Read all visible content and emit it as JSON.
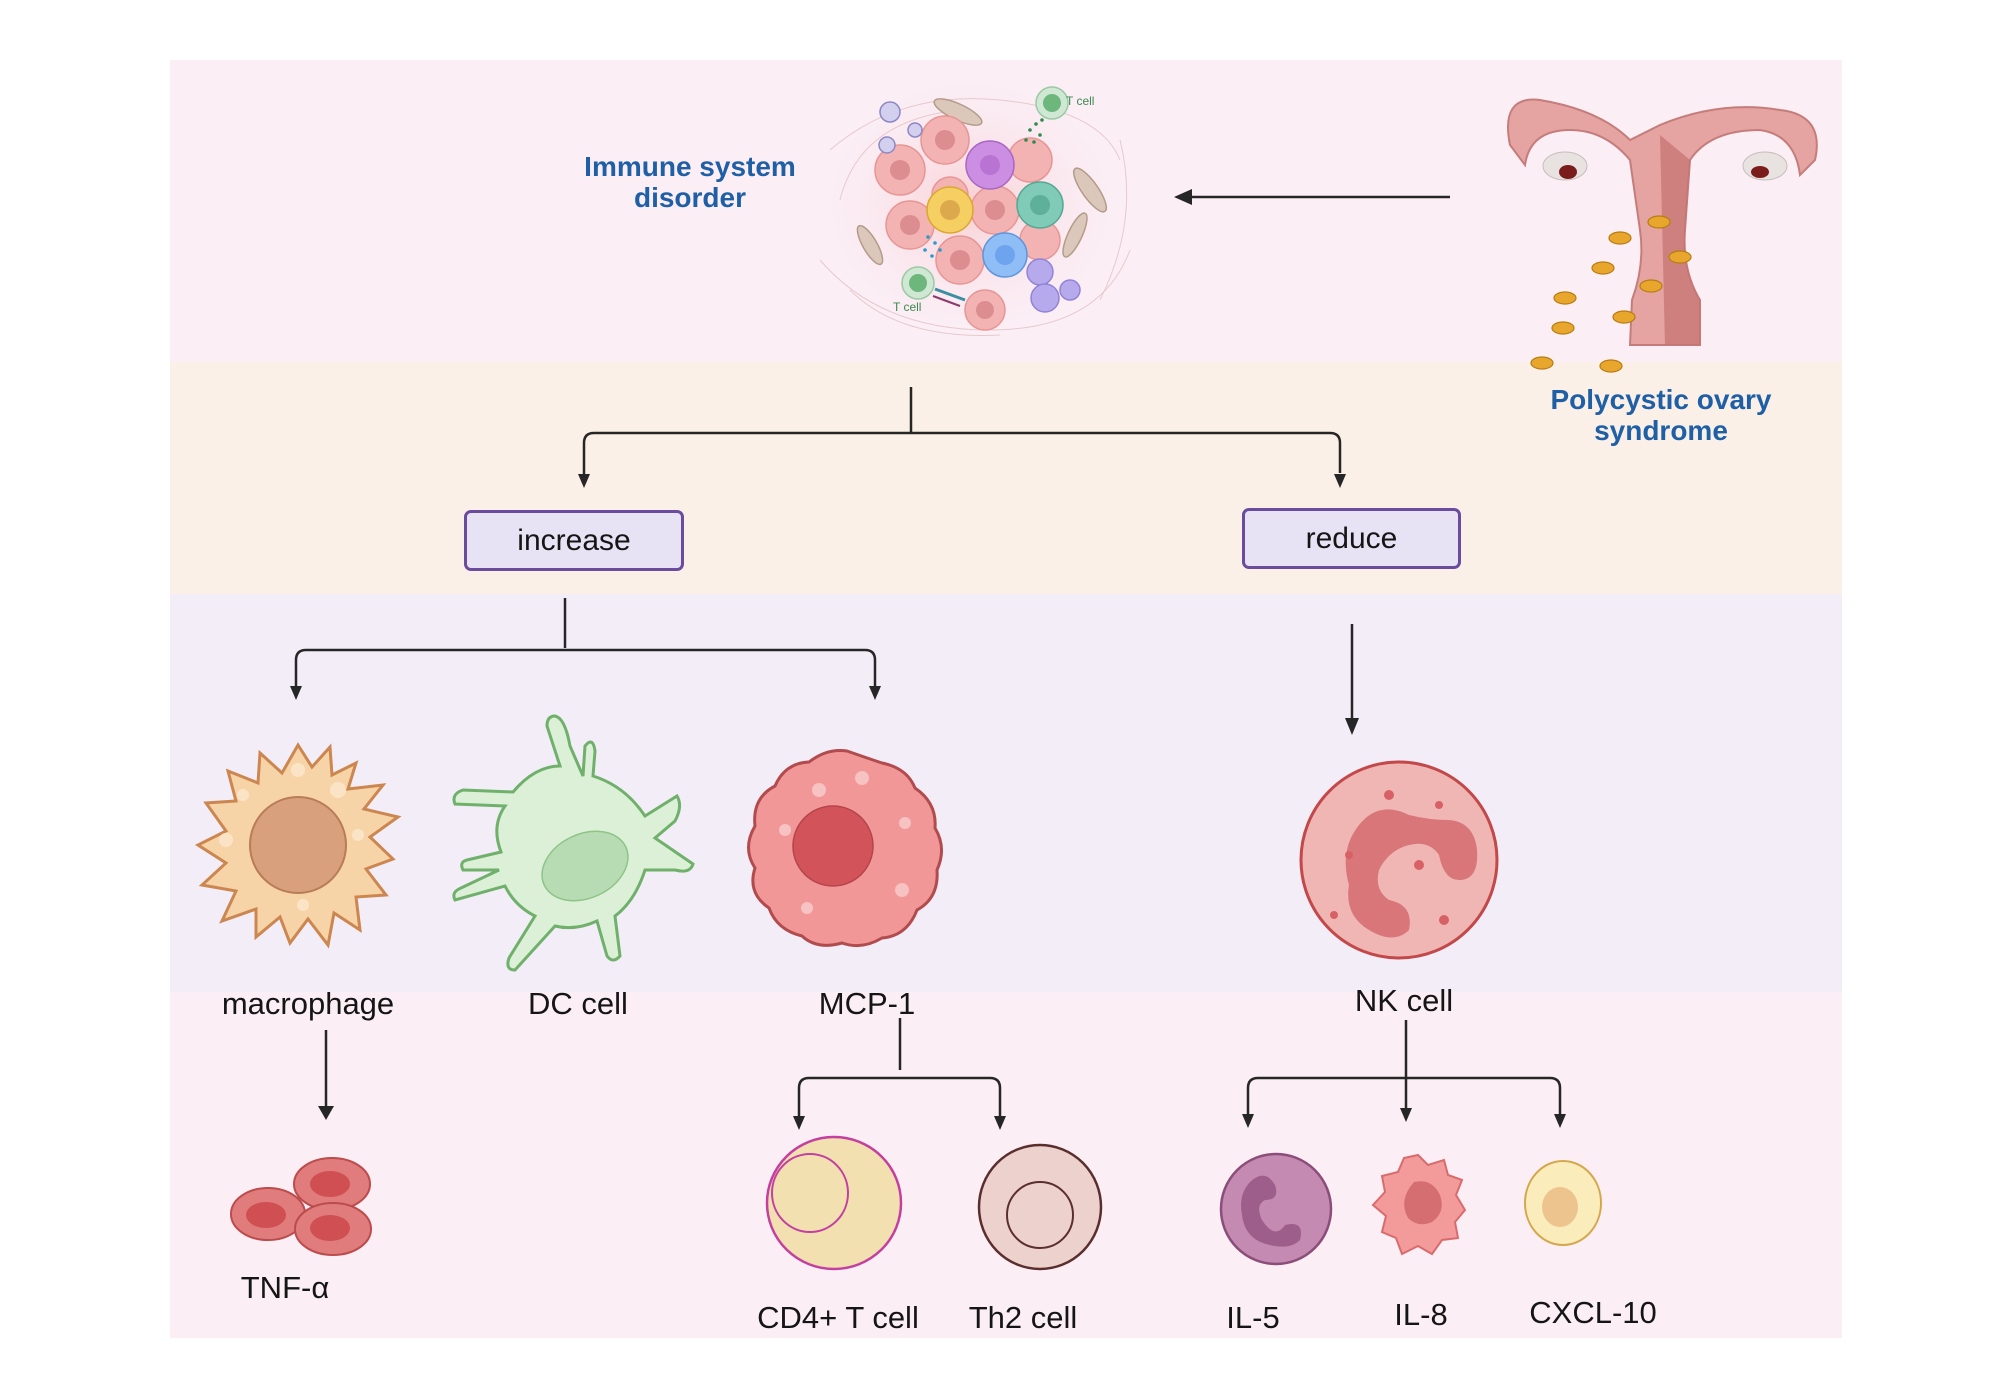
{
  "top_section": {
    "immune_title": "Immune system disorder",
    "immune_title_lines": [
      "Immune system",
      "disorder"
    ],
    "t_cell_label": "T cell",
    "pcos_title_lines": [
      "Polycystic ovary",
      "syndrome"
    ],
    "title_color": "#1f5fa6"
  },
  "branches": {
    "increase_label": "increase",
    "reduce_label": "reduce"
  },
  "increase_cells": [
    {
      "label": "macrophage",
      "icon": "macrophage-icon"
    },
    {
      "label": "DC cell",
      "icon": "dendritic-cell-icon"
    },
    {
      "label": "MCP-1",
      "icon": "mcp1-cell-icon"
    }
  ],
  "reduce_cells": [
    {
      "label": "NK cell",
      "icon": "nk-cell-icon"
    }
  ],
  "downstream": {
    "macrophage": [
      {
        "label": "TNF-α",
        "icon": "red-blood-cells-icon"
      }
    ],
    "mcp1": [
      {
        "label": "CD4+ T cell",
        "icon": "cd4-t-cell-icon"
      },
      {
        "label": "Th2 cell",
        "icon": "th2-cell-icon"
      }
    ],
    "nk": [
      {
        "label": "IL-5",
        "icon": "il5-cell-icon"
      },
      {
        "label": "IL-8",
        "icon": "il8-cell-icon"
      },
      {
        "label": "CXCL-10",
        "icon": "cxcl10-cell-icon"
      }
    ]
  },
  "colors": {
    "band_top": "#fbeef5",
    "band_branch": "#faf0e7",
    "band_cells": "#f3edf8",
    "band_bottom": "#fbeef4",
    "box_border": "#6a4b9d",
    "box_fill": "#e7e2f4"
  }
}
